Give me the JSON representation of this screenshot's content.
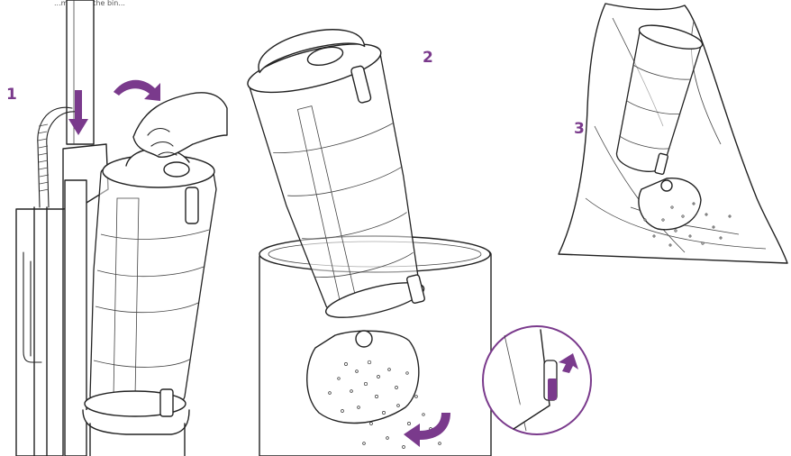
{
  "caption_fragment": "...mptying the bin...",
  "steps": [
    {
      "number": "1"
    },
    {
      "number": "2"
    },
    {
      "number": "3"
    }
  ],
  "colors": {
    "accent": "#7a3a8c",
    "line": "#222222",
    "background": "#ffffff"
  },
  "icons": {
    "rotate": "curved-arrow-icon",
    "press": "down-arrow-icon",
    "tip": "curved-arrow-icon",
    "latch": "pointer-arrow-icon"
  }
}
